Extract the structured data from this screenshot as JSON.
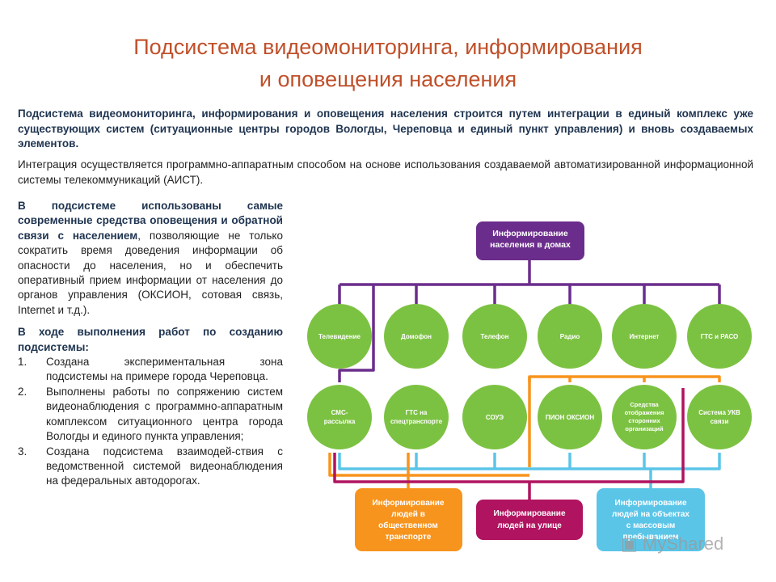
{
  "title_line1": "Подсистема видеомониторинга, информирования",
  "title_line2": "и оповещения населения",
  "intro_paragraph": "Подсистема видеомониторинга, информирования и оповещения населения строится путем интеграции в единый комплекс уже существующих систем (ситуационные центры городов Вологды, Череповца и единый пункт управления) и вновь создаваемых элементов.",
  "integration_paragraph": "Интеграция осуществляется программно-аппаратным способом на основе использования создаваемой автоматизированной информационной системы телекоммуникаций (АИСТ).",
  "left": {
    "lead_bold": "В подсистеме использованы самые современные средства оповещения и обратной связи с населением",
    "lead_rest": ", позволяющие не только сократить время доведения информации об опасности до населения, но и обеспечить оперативный прием информации от населения до органов управления (ОКСИОН, сотовая связь, Internet и т.д.).",
    "works_heading": "В ходе выполнения работ по созданию подсистемы:",
    "works": [
      {
        "num": "1.",
        "text": "Создана экспериментальная зона подсистемы на примере города Череповца."
      },
      {
        "num": "2.",
        "text": "Выполнены работы по сопряжению систем видеонаблюдения с программно-аппаратным комплексом ситуационного центра города Вологды и единого пункта управления;"
      },
      {
        "num": "3.",
        "text": "Создана подсистема взаимодей-ствия с ведомственной системой видеонаблюдения на федеральных автодорогах."
      }
    ]
  },
  "diagram": {
    "top_box": [
      "Информирование",
      "населения в домах"
    ],
    "row1": [
      [
        "Телевидение"
      ],
      [
        "Домофон"
      ],
      [
        "Телефон"
      ],
      [
        "Радио"
      ],
      [
        "Интернет"
      ],
      [
        "ГТС и РАСО"
      ]
    ],
    "row2": [
      [
        "СМС-",
        "рассылка"
      ],
      [
        "ГТС на",
        "спецтранспорте"
      ],
      [
        "СОУЭ"
      ],
      [
        "ПИОН ОКСИОН"
      ],
      [
        "Средства",
        "отображения",
        "сторонних",
        "организаций"
      ],
      [
        "Система УКВ",
        "связи"
      ]
    ],
    "bottom_boxes": [
      [
        "Информирование",
        "людей в",
        "общественном",
        "транспорте"
      ],
      [
        "Информирование",
        "людей на улице"
      ],
      [
        "Информирование",
        "людей на объектах",
        "с массовым",
        "пребыванием"
      ]
    ],
    "colors": {
      "purple": "#6b2d8c",
      "green": "#7cc242",
      "orange": "#f7941d",
      "magenta": "#b0135f",
      "cyan": "#5bc5e8"
    }
  },
  "watermark": "MyShared"
}
